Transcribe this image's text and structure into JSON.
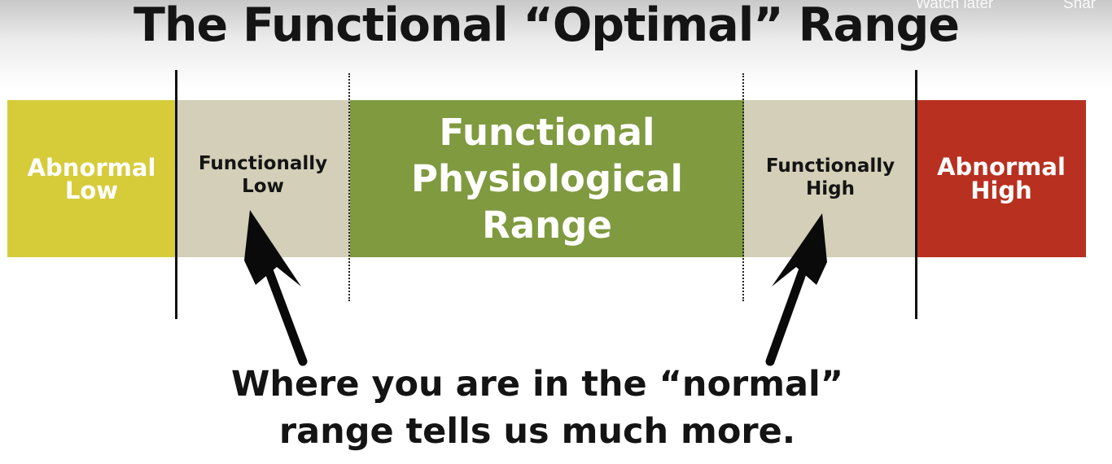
{
  "video_overlay": {
    "watch_later": "Watch later",
    "share": "Shar"
  },
  "title": "The Functional “Optimal” Range",
  "segments": {
    "abnormal_low": {
      "line1": "Abnormal",
      "line2": "Low"
    },
    "functionally_low": {
      "line1": "Functionally",
      "line2": "Low"
    },
    "functional_range": {
      "line1": "Functional",
      "line2": "Physiological",
      "line3": "Range"
    },
    "functionally_high": {
      "line1": "Functionally",
      "line2": "High"
    },
    "abnormal_high": {
      "line1": "Abnormal",
      "line2": "High"
    }
  },
  "caption": {
    "line1": "Where you are in the “normal”",
    "line2": "range tells us much more."
  },
  "colors": {
    "abnormal_low": "#d6cc3a",
    "functionally_low": "#d3cfb8",
    "functional_range": "#7f9a3f",
    "functionally_high": "#d3cfb8",
    "abnormal_high": "#b83020"
  }
}
